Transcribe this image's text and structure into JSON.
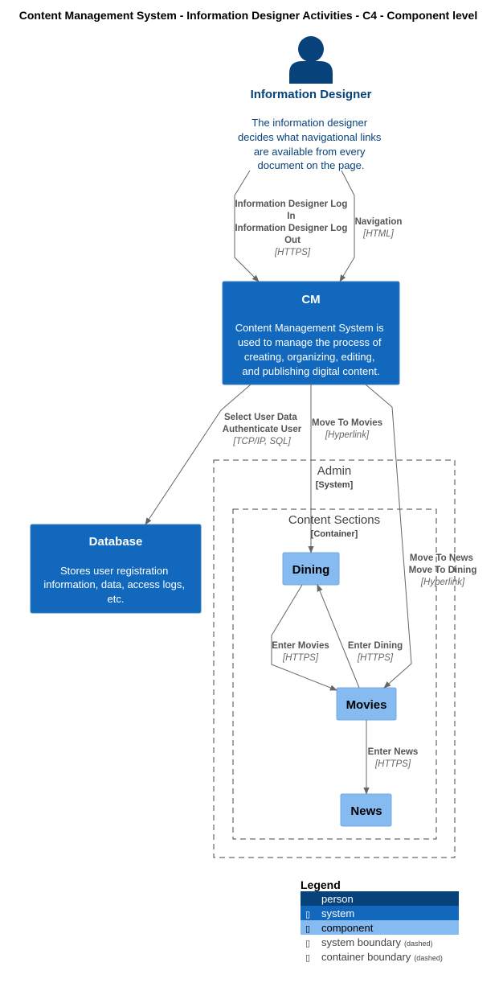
{
  "title": "Content Management System - Information Designer Activities - C4 - Component level",
  "person": {
    "name": "Information Designer",
    "description": [
      "The information designer",
      "decides what navigational links",
      "are available from every",
      "document on the page."
    ]
  },
  "cm": {
    "name": "CM",
    "description": [
      "Content Management System is",
      "used to manage the process of",
      "creating, organizing, editing,",
      "and publishing digital content."
    ]
  },
  "database": {
    "name": "Database",
    "description": [
      "Stores user registration",
      "information, data, access logs,",
      "etc."
    ]
  },
  "admin_boundary": {
    "name": "Admin",
    "type": "[System]"
  },
  "content_boundary": {
    "name": "Content Sections",
    "type": "[Container]"
  },
  "components": {
    "dining": "Dining",
    "movies": "Movies",
    "news": "News"
  },
  "relations": {
    "login": {
      "lines": [
        "Information Designer Log",
        "In",
        "Information Designer Log",
        "Out"
      ],
      "tech": "[HTTPS]"
    },
    "navigation": {
      "lines": [
        "Navigation"
      ],
      "tech": "[HTML]"
    },
    "select_user": {
      "lines": [
        "Select User Data",
        "Authenticate User"
      ],
      "tech": "[TCP/IP, SQL]"
    },
    "move_movies": {
      "lines": [
        "Move To Movies"
      ],
      "tech": "[Hyperlink]"
    },
    "move_news": {
      "lines": [
        "Move To News",
        "Move To Dining"
      ],
      "tech": "[Hyperlink]"
    },
    "enter_movies": {
      "lines": [
        "Enter Movies"
      ],
      "tech": "[HTTPS]"
    },
    "enter_dining": {
      "lines": [
        "Enter Dining"
      ],
      "tech": "[HTTPS]"
    },
    "enter_news": {
      "lines": [
        "Enter News"
      ],
      "tech": "[HTTPS]"
    }
  },
  "legend": {
    "title": "Legend",
    "items": [
      {
        "glyph": "",
        "label": "person",
        "color": "#08427B"
      },
      {
        "glyph": "▯",
        "label": "system",
        "color": "#1168BD"
      },
      {
        "glyph": "▯",
        "label": "component",
        "color": "#85BBF0"
      },
      {
        "glyph": "▯",
        "label": "system boundary",
        "note": "(dashed)"
      },
      {
        "glyph": "▯",
        "label": "container boundary",
        "note": "(dashed)"
      }
    ]
  },
  "colors": {
    "person": "#08427B",
    "system": "#1168BD",
    "component": "#85BBF0",
    "edge": "#666666",
    "boundary": "#444444"
  }
}
